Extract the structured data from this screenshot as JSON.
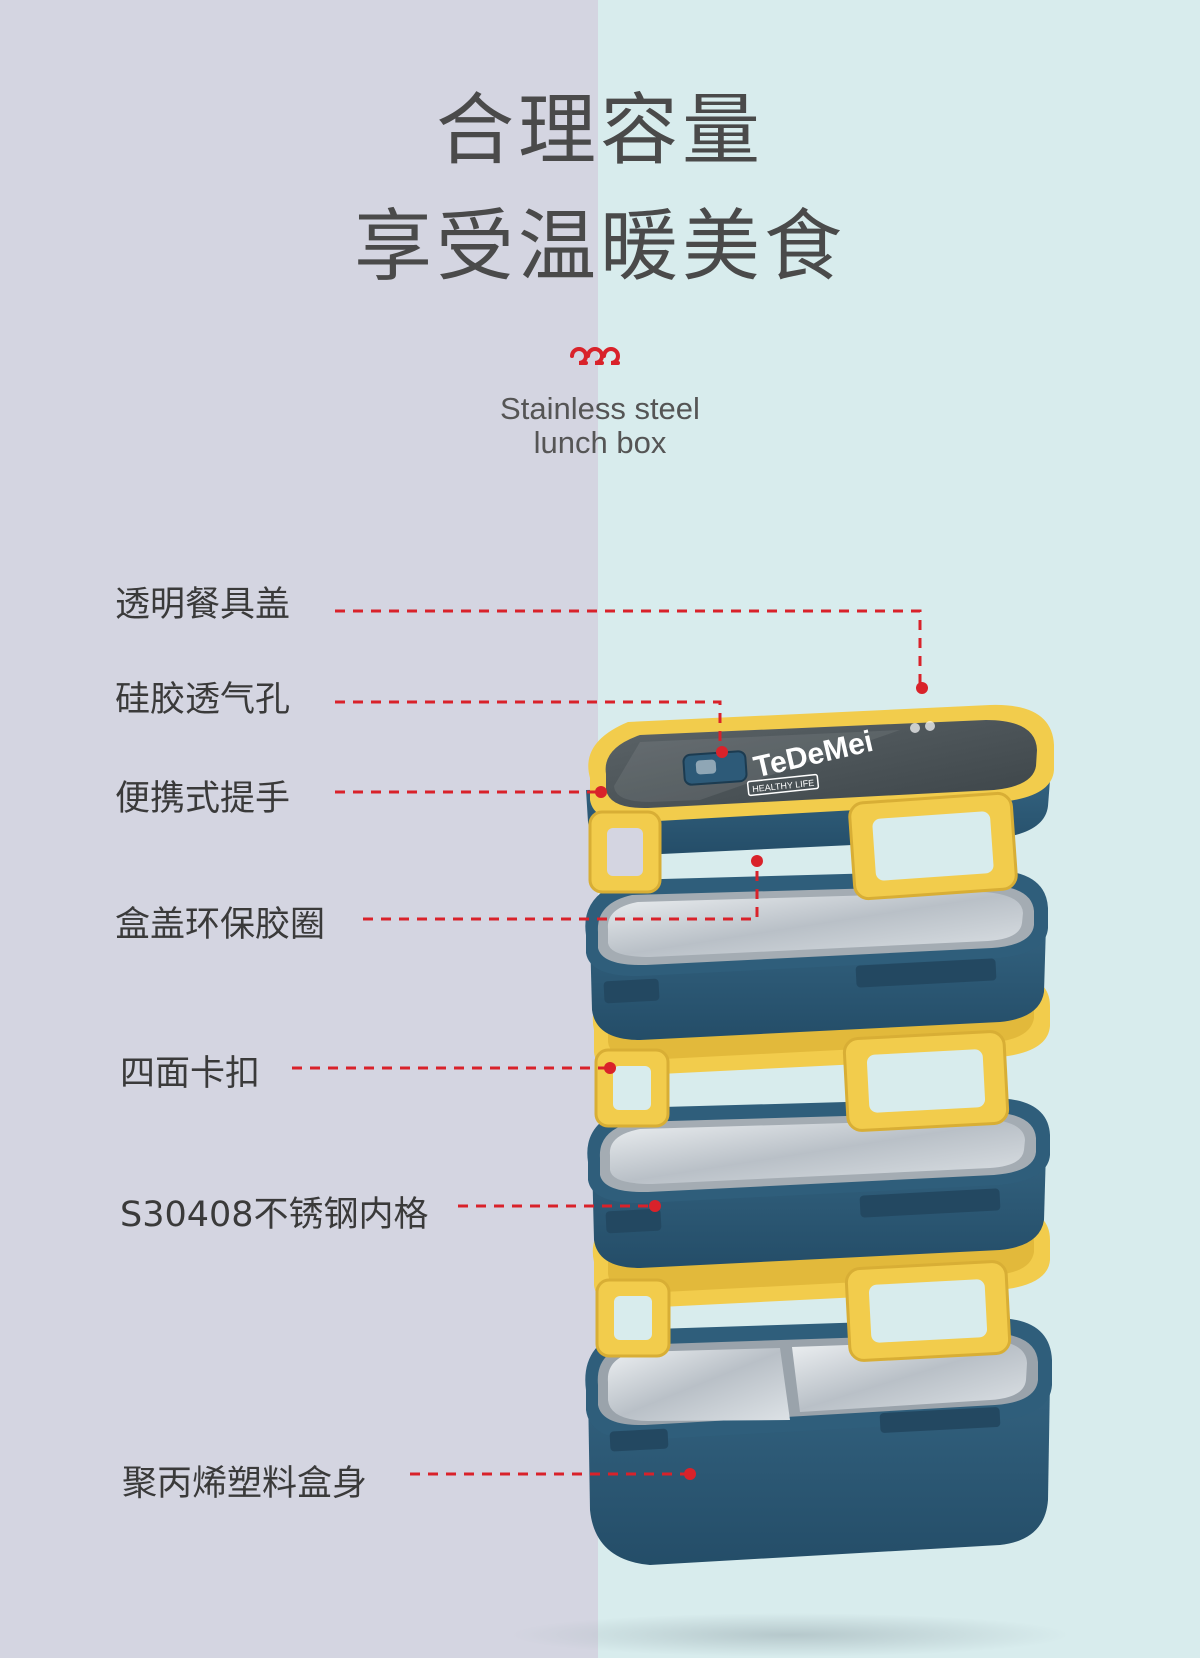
{
  "headline": {
    "line1": "合理容量",
    "line2": "享受温暖美食"
  },
  "subtitle": {
    "line1": "Stainless steel",
    "line2": "lunch box"
  },
  "product": {
    "brand": "TeDeMei",
    "lid_badge": "HEALTHY LIFE"
  },
  "features": [
    {
      "label": "透明餐具盖"
    },
    {
      "label": "硅胶透气孔"
    },
    {
      "label": "便携式提手"
    },
    {
      "label": "盒盖环保胶圈"
    },
    {
      "label": "四面卡扣"
    },
    {
      "label": "S30408不锈钢内格"
    },
    {
      "label": "聚丙烯塑料盒身"
    }
  ],
  "colors": {
    "bg_left": "#d4d5e1",
    "bg_right": "#d8eced",
    "accent_red": "#d9222a",
    "box_blue": "#2d5a78",
    "clip_yellow": "#f2cc4c",
    "steel": "#c6ccd2"
  }
}
